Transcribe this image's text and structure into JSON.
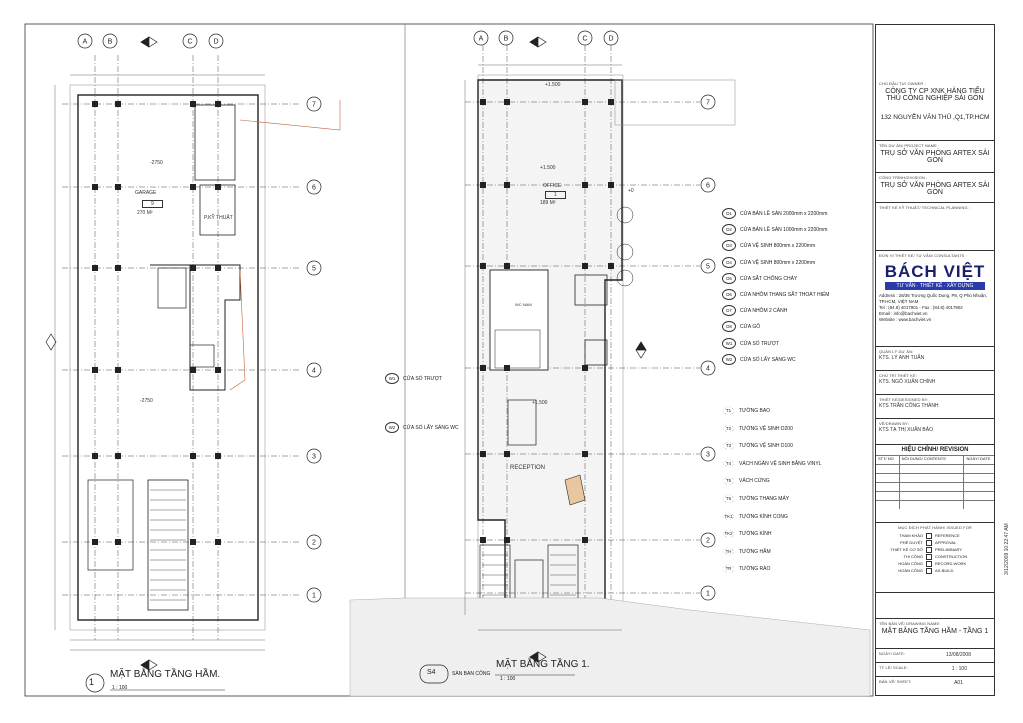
{
  "sheet": {
    "left_plan": {
      "title": "MẶT BẰNG TẦNG HẦM.",
      "scale": "1 : 100",
      "marker": "1"
    },
    "right_plan": {
      "title": "MẶT BẰNG TẦNG 1.",
      "scale": "1 : 100",
      "marker": "S4",
      "note": "SÀN BAN CÔNG"
    },
    "grid_columns": [
      "A",
      "B",
      "C",
      "D"
    ],
    "grid_rows": [
      "7",
      "6",
      "5",
      "4",
      "3",
      "2",
      "1"
    ],
    "rooms_left": {
      "garage": "GARAGE",
      "garage_no": "9",
      "garage_area": "270 M²",
      "level": "-2750",
      "utility": "P.KỸ THUẬT"
    },
    "rooms_right": {
      "office": "OFFICE",
      "office_no": "1",
      "office_area": "189 M²",
      "level1": "+1.500",
      "reception": "RECEPTION",
      "wc": "WC NAM",
      "zero": "+0"
    },
    "window_legend": [
      {
        "code": "W1",
        "label": "CỬA SỔ TRƯỢT"
      },
      {
        "code": "W2",
        "label": "CỬA SỔ LẤY SÁNG WC"
      }
    ],
    "door_legend": [
      {
        "code": "D1",
        "label": "CỬA BẢN LỀ SÀN 2000mm x 2200mm"
      },
      {
        "code": "D2",
        "label": "CỬA BẢN LỀ SÀN 1000mm x 2200mm"
      },
      {
        "code": "D3",
        "label": "CỬA VỆ SINH 800mm x 2200mm"
      },
      {
        "code": "D4",
        "label": "CỬA VỆ SINH 800mm x 2200mm"
      },
      {
        "code": "D5",
        "label": "CỬA SẮT CHỐNG CHÁY"
      },
      {
        "code": "D6",
        "label": "CỬA NHÔM THANG SẮT THOÁT HIỂM"
      },
      {
        "code": "D7",
        "label": "CỬA NHÔM 2 CÁNH"
      },
      {
        "code": "D8",
        "label": "CỬA GỖ"
      },
      {
        "code": "W1",
        "label": "CỬA SỔ TRƯỢT"
      },
      {
        "code": "W2",
        "label": "CỬA SỔ LẤY SÁNG WC"
      }
    ],
    "wall_legend": [
      {
        "code": "T1",
        "label": "TƯỜNG BAO"
      },
      {
        "code": "T2",
        "label": "TƯỜNG VỆ SINH D200"
      },
      {
        "code": "T3",
        "label": "TƯỜNG VỆ SINH D100"
      },
      {
        "code": "T4",
        "label": "VÁCH NGĂN VỆ SINH BẰNG VINYL"
      },
      {
        "code": "T5",
        "label": "VÁCH CỨNG"
      },
      {
        "code": "T6",
        "label": "TƯỜNG THANG MÁY"
      },
      {
        "code": "TK1",
        "label": "TƯỜNG KÍNH CONG"
      },
      {
        "code": "TK2",
        "label": "TƯỜNG KÍNH"
      },
      {
        "code": "TH",
        "label": "TƯỜNG HẦM"
      },
      {
        "code": "TR",
        "label": "TƯỜNG RÀO"
      }
    ]
  },
  "title_block": {
    "owner_label": "CHỦ ĐẦU TƯ/ OWNER :",
    "owner": "CÔNG TY CP XNK HÀNG TIỂU THỦ CÔNG NGHIỆP SÀI GÒN",
    "owner_address": "132 NGUYỄN VĂN THỦ ,Q1,TP.HCM",
    "project_label": "TÊN DỰ ÁN/ PROJECT NAME :",
    "project": "TRỤ SỞ VĂN PHÒNG ARTEX SÀI GÒN",
    "division_label": "CÔNG TRÌNH/DIVISION :",
    "division": "TRỤ SỞ VĂN PHÒNG ARTEX SÀI GÒN",
    "planning_label": "THIẾT KẾ KỸ THUẬT/ TECHNICAL PLANNING :",
    "consultant_label": "ĐƠN VỊ THIẾT KẾ/ TƯ VẤN/ CONSULTANTS :",
    "logo": "BÁCH VIỆT",
    "logo_tagline": "TƯ VẤN · THIẾT KẾ · XÂY DỰNG",
    "address": "Address : 28/36 Trương Quốc Dung, P8, Q Phú Nhuận, TP.HCM, VIỆT NAM",
    "phone": "Tel : (84.8) 4017901 - Fax : (84.8) 4017902",
    "email": "Email : info@bachviet.vn",
    "website": "Website : www.bachviet.vn",
    "manager_label": "QUẢN LÝ DỰ ÁN:",
    "manager": "KTS. LÝ ANH TUẤN",
    "chief_label": "CHỦ TRÌ THIẾT KẾ:",
    "chief": "KTS. NGÔ XUÂN CHÍNH",
    "designer_label": "THIẾT KẾ/DESIGNED BY:",
    "designer": "KTS TRẦN CÔNG THÀNH",
    "drawer_label": "VẼ/DRAWN BY:",
    "drawer": "KTS TẠ THỊ XUÂN BẢO",
    "revision_title": "HIỆU CHỈNH/ REVISION",
    "rev_cols": [
      "STT/ NO",
      "NỘI DUNG/ CONTENTS",
      "NGÀY/ DATE"
    ],
    "issue_title": "MỤC ĐÍCH PHÁT HÀNH/ ISSUED FOR",
    "issue_left": [
      "THAM KHẢO",
      "PHÊ DUYỆT",
      "THIẾT KẾ CƠ SỞ",
      "THI CÔNG",
      "HOÀN CÔNG",
      "HOÀN CÔNG"
    ],
    "issue_right": [
      "REFERENCE",
      "APPROVAL",
      "PRELIMINARY",
      "CONSTRUCTION",
      "RECORD-WORK",
      "AS-BUILD"
    ],
    "drawing_name_label": "TÊN BẢN VẼ/ DRAWING NAME:",
    "drawing_name": "MẶT BẰNG TẦNG HẦM - TẦNG 1",
    "date_label": "NGÀY/ DATE:",
    "date": "13/08/2008",
    "scale_label": "TỶ LỆ/ SCALE:",
    "scale": "1 : 100",
    "sheet_label": "BẢN VẼ/ SHEET:",
    "sheet_no": "A01",
    "stamp_text": "3/12/2009 10:22:47 AM"
  }
}
